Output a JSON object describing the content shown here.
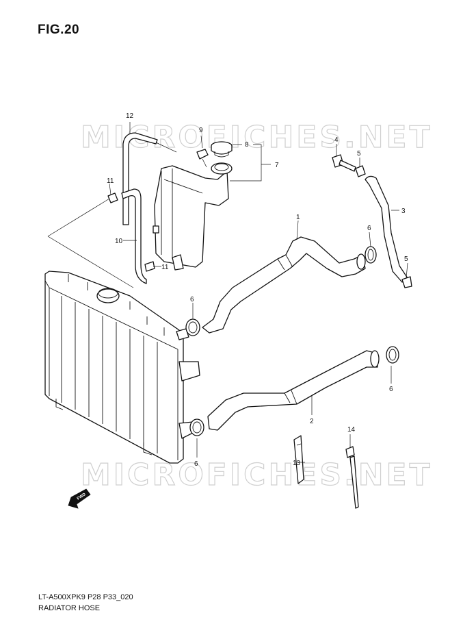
{
  "figure": {
    "title": "FIG.20"
  },
  "footer": {
    "model_code": "LT-A500XPK9 P28 P33_020",
    "section_name": "RADIATOR HOSE"
  },
  "watermark": {
    "text": "MICROFICHES.NET"
  },
  "forward_marker": {
    "text": "FWD"
  },
  "callouts": {
    "c1": "1",
    "c2": "2",
    "c3": "3",
    "c4": "4",
    "c5a": "5",
    "c5b": "5",
    "c6a": "6",
    "c6b": "6",
    "c6c": "6",
    "c6d": "6",
    "c7": "7",
    "c8": "8",
    "c9": "9",
    "c10": "10",
    "c11a": "11",
    "c11b": "11",
    "c12": "12",
    "c13": "13",
    "c14": "14"
  },
  "colors": {
    "line": "#111111",
    "watermark": "#cfcfcf",
    "background": "#ffffff"
  }
}
